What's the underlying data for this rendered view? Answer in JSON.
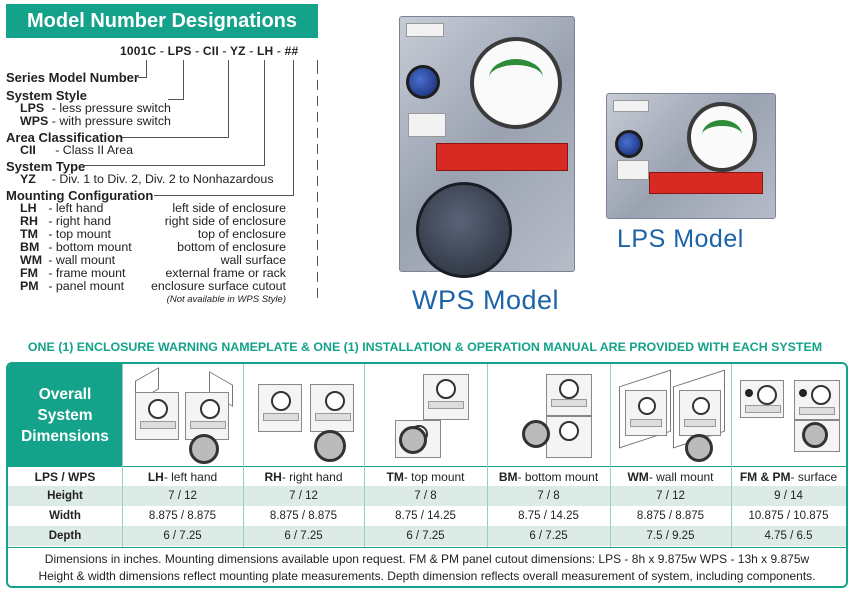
{
  "header": {
    "title": "Model Number Designations"
  },
  "model_code": {
    "parts": [
      "1001C",
      "LPS",
      "CII",
      "YZ",
      "LH",
      "##"
    ],
    "separator": "-"
  },
  "legend": {
    "series": {
      "heading": "Series Model Number"
    },
    "system_style": {
      "heading": "System Style",
      "items": [
        {
          "code": "LPS",
          "desc": "- less pressure switch"
        },
        {
          "code": "WPS",
          "desc": "- with pressure switch"
        }
      ]
    },
    "area": {
      "heading": "Area Classification",
      "items": [
        {
          "code": "CII",
          "desc": "- Class II Area"
        }
      ]
    },
    "system_type": {
      "heading": "System Type",
      "items": [
        {
          "code": "YZ",
          "desc": "- Div. 1 to Div. 2, Div. 2 to Nonhazardous"
        }
      ]
    },
    "mounting": {
      "heading": "Mounting Configuration",
      "items": [
        {
          "code": "LH",
          "desc": "- left hand",
          "detail": "left side of enclosure"
        },
        {
          "code": "RH",
          "desc": "- right hand",
          "detail": "right side of enclosure"
        },
        {
          "code": "TM",
          "desc": "- top mount",
          "detail": "top of enclosure"
        },
        {
          "code": "BM",
          "desc": "- bottom mount",
          "detail": "bottom of enclosure"
        },
        {
          "code": "WM",
          "desc": "- wall mount",
          "detail": "wall surface"
        },
        {
          "code": "FM",
          "desc": "- frame mount",
          "detail": "external frame or rack"
        },
        {
          "code": "PM",
          "desc": "- panel mount",
          "detail": "enclosure surface cutout"
        }
      ],
      "note": "(Not available in WPS Style)"
    }
  },
  "photos": {
    "wps_caption": "WPS Model",
    "lps_caption": "LPS Model"
  },
  "notice": "ONE (1) ENCLOSURE WARNING NAMEPLATE & ONE (1) INSTALLATION & OPERATION MANUAL ARE PROVIDED WITH EACH SYSTEM",
  "table": {
    "corner_title": [
      "Overall",
      "System",
      "Dimensions"
    ],
    "row_label_header": "LPS / WPS",
    "columns": [
      {
        "code": "LH",
        "name": " - left hand"
      },
      {
        "code": "RH",
        "name": " - right hand"
      },
      {
        "code": "TM",
        "name": " - top mount"
      },
      {
        "code": "BM",
        "name": " - bottom mount"
      },
      {
        "code": "WM",
        "name": " - wall mount"
      },
      {
        "code": "FM & PM",
        "name": " - surface"
      }
    ],
    "rows": [
      {
        "label": "Height",
        "values": [
          "7 / 12",
          "7 / 12",
          "7 / 8",
          "7 / 8",
          "7 / 12",
          "9 / 14"
        ]
      },
      {
        "label": "Width",
        "values": [
          "8.875 / 8.875",
          "8.875 / 8.875",
          "8.75 / 14.25",
          "8.75 / 14.25",
          "8.875 / 8.875",
          "10.875 / 10.875"
        ]
      },
      {
        "label": "Depth",
        "values": [
          "6 / 7.25",
          "6 / 7.25",
          "6 / 7.25",
          "6 / 7.25",
          "7.5 / 9.25",
          "4.75 / 6.5"
        ]
      }
    ],
    "footnote": [
      "Dimensions in inches. Mounting dimensions available upon request. FM & PM panel cutout dimensions: LPS - 8h x 9.875w  WPS - 13h x 9.875w",
      "Height & width dimensions reflect mounting plate measurements. Depth dimension reflects overall measurement of system, including components."
    ]
  }
}
